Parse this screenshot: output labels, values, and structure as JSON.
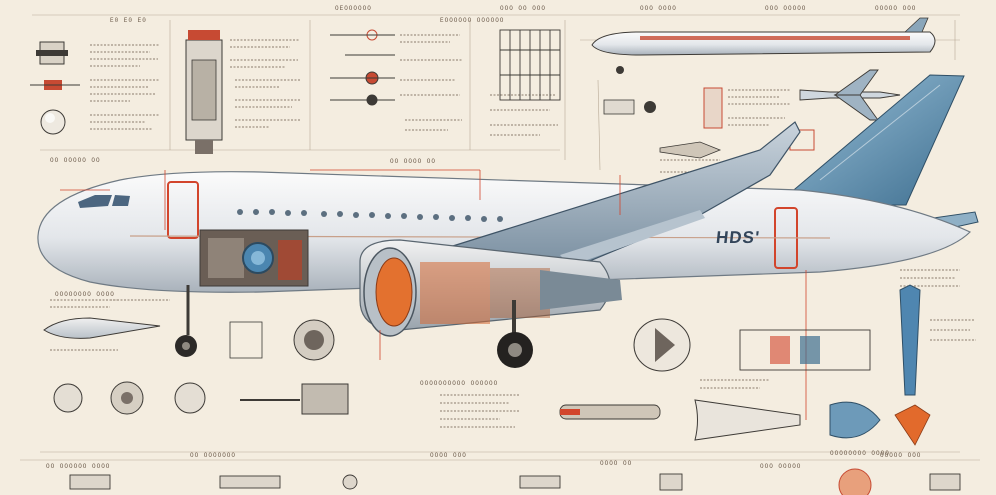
{
  "sheet": {
    "header_labels": [
      "E0  E0  E0",
      "OEOOOOOO",
      "EOOOOOO OOOOOO",
      "OOO OO OOO",
      "OOO OOOO",
      "OOO OOOOO",
      "OOOOO OOO"
    ],
    "section_labels": [
      "OO OOOO  OO",
      "OO OOOOO OO",
      "OOOOOOOOOO OOOOOO",
      "OOOOOOOO OOOO",
      "OOOOOOOO OOOO"
    ],
    "footer_labels": [
      "OO OOOOOO OOOO",
      "OO OOOOOOO",
      "OOOO OOO",
      "OOOO OO",
      "OOO OOOOO",
      "OOOOO OOO"
    ],
    "tail_marking": "HDS'"
  },
  "colors": {
    "paper": "#f4ede0",
    "ink": "#3d3a36",
    "accent_red": "#d2452c",
    "accent_orange": "#e26a2c",
    "fuselage": "#e6e9ec",
    "tail_blue": "#5f93b3"
  }
}
